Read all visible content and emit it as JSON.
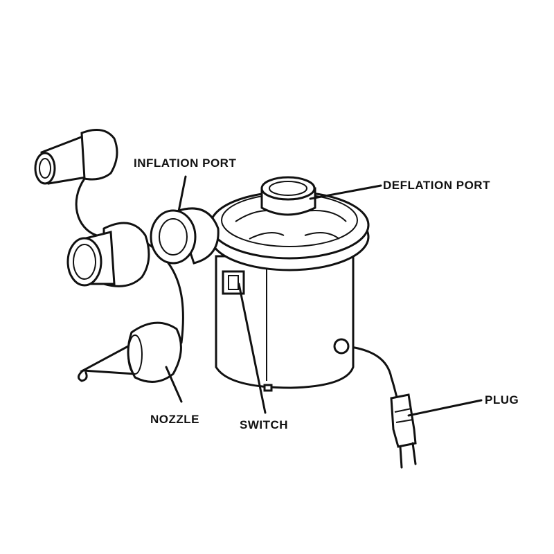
{
  "title": "Electric air pump parts diagram",
  "labels": {
    "inflation_port": "INFLATION PORT",
    "deflation_port": "DEFLATION PORT",
    "nozzle": "NOZZLE",
    "switch": "SWITCH",
    "plug": "PLUG"
  }
}
